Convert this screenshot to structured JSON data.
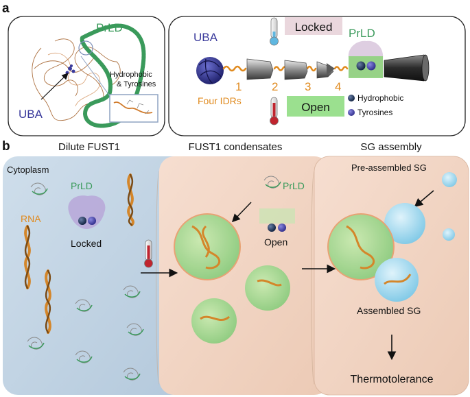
{
  "panel_a": {
    "label": "a",
    "left": {
      "prld": "PrLD",
      "uba": "UBA",
      "callout": [
        "Hydrophobic",
        "& Tyrosines"
      ]
    },
    "right": {
      "uba": "UBA",
      "prld": "PrLD",
      "locked": "Locked",
      "open": "Open",
      "four_idrs": "Four IDRs",
      "idr_numbers": [
        "1",
        "2",
        "3",
        "4"
      ],
      "legend_hydrophobic": "Hydrophobic",
      "legend_tyrosines": "Tyrosines"
    }
  },
  "panel_b": {
    "label": "b",
    "titles": [
      "Dilute FUST1",
      "FUST1 condensates",
      "SG assembly"
    ],
    "dilute": {
      "cytoplasm": "Cytoplasm",
      "prld": "PrLD",
      "rna": "RNA",
      "locked": "Locked"
    },
    "condensates": {
      "prld": "PrLD",
      "open": "Open"
    },
    "sg": {
      "pre_assembled": "Pre-assembled SG",
      "assembled": "Assembled SG",
      "outcome": "Thermotolerance"
    }
  },
  "colors": {
    "uba": "#3b3b9c",
    "prld": "#3a9a5b",
    "idr": "#e08a1e",
    "locked_bg": "#ead7dd",
    "open_bg": "#9be08f"
  }
}
